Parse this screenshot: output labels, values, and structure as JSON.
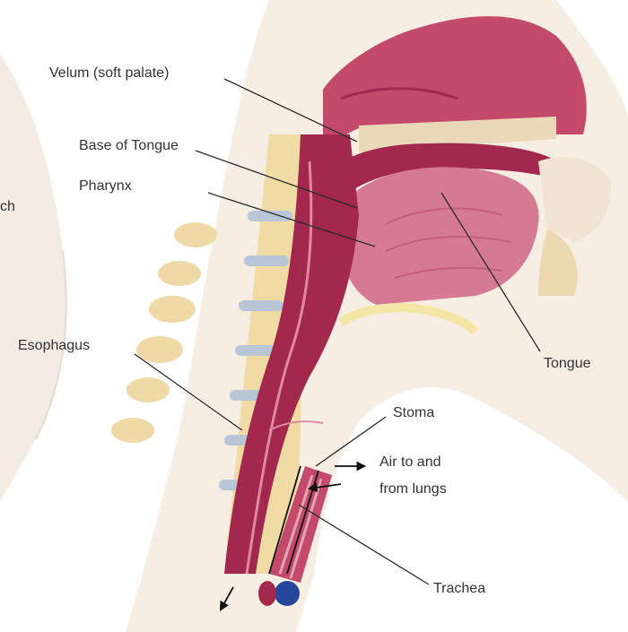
{
  "labels": {
    "velum": "Velum (soft palate)",
    "base_of_tongue": "Base of Tongue",
    "pharynx": "Pharynx",
    "partial_left": "ch",
    "esophagus": "Esophagus",
    "tongue": "Tongue",
    "stoma": "Stoma",
    "air_line1": "Air to and",
    "air_line2": "from lungs",
    "trachea": "Trachea"
  },
  "colors": {
    "tissue_dark": "#a3284e",
    "tissue_mid": "#c44a6b",
    "tissue_light": "#e08aa0",
    "skin": "#f6ede3",
    "bone": "#f0dba4",
    "disc": "#b9c6d8",
    "vein": "#24469b"
  }
}
